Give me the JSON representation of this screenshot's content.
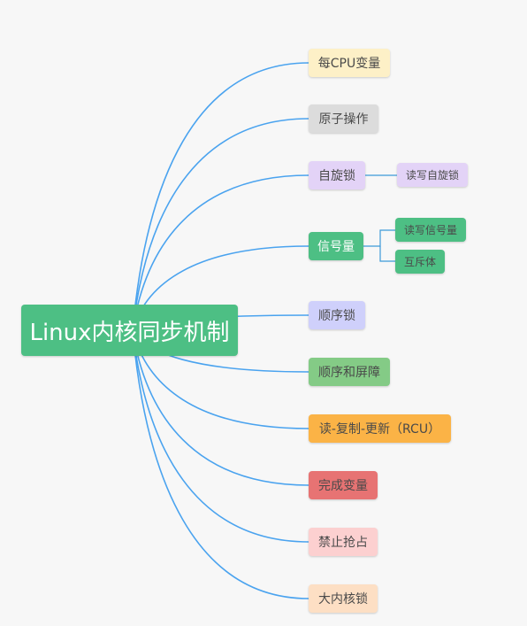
{
  "root": {
    "label": "Linux内核同步机制",
    "color": "#4dbf84"
  },
  "branches": [
    {
      "id": "percpu",
      "label": "每CPU变量",
      "color": "#fdf0c7",
      "children": []
    },
    {
      "id": "atomic",
      "label": "原子操作",
      "color": "#dcdcdc",
      "children": []
    },
    {
      "id": "spinlock",
      "label": "自旋锁",
      "color": "#e3d3f7",
      "children": [
        {
          "id": "rwspin",
          "label": "读写自旋锁",
          "color": "#e3d3f7"
        }
      ]
    },
    {
      "id": "semaphore",
      "label": "信号量",
      "color": "#4dbf84",
      "children": [
        {
          "id": "rwsem",
          "label": "读写信号量",
          "color": "#4dbf84"
        },
        {
          "id": "mutex",
          "label": "互斥体",
          "color": "#4dbf84"
        }
      ]
    },
    {
      "id": "seqlock",
      "label": "顺序锁",
      "color": "#cfd0fb",
      "children": []
    },
    {
      "id": "barrier",
      "label": "顺序和屏障",
      "color": "#84cb86",
      "children": []
    },
    {
      "id": "rcu",
      "label": "读-复制-更新（RCU）",
      "color": "#fbb346",
      "children": []
    },
    {
      "id": "completion",
      "label": "完成变量",
      "color": "#e77373",
      "children": []
    },
    {
      "id": "preempt",
      "label": "禁止抢占",
      "color": "#fcd0d0",
      "children": []
    },
    {
      "id": "bkl",
      "label": "大内核锁",
      "color": "#fddfc4",
      "children": []
    }
  ],
  "edge_color": "#4aa3ef",
  "child_edge_color": "#3d9ad9"
}
